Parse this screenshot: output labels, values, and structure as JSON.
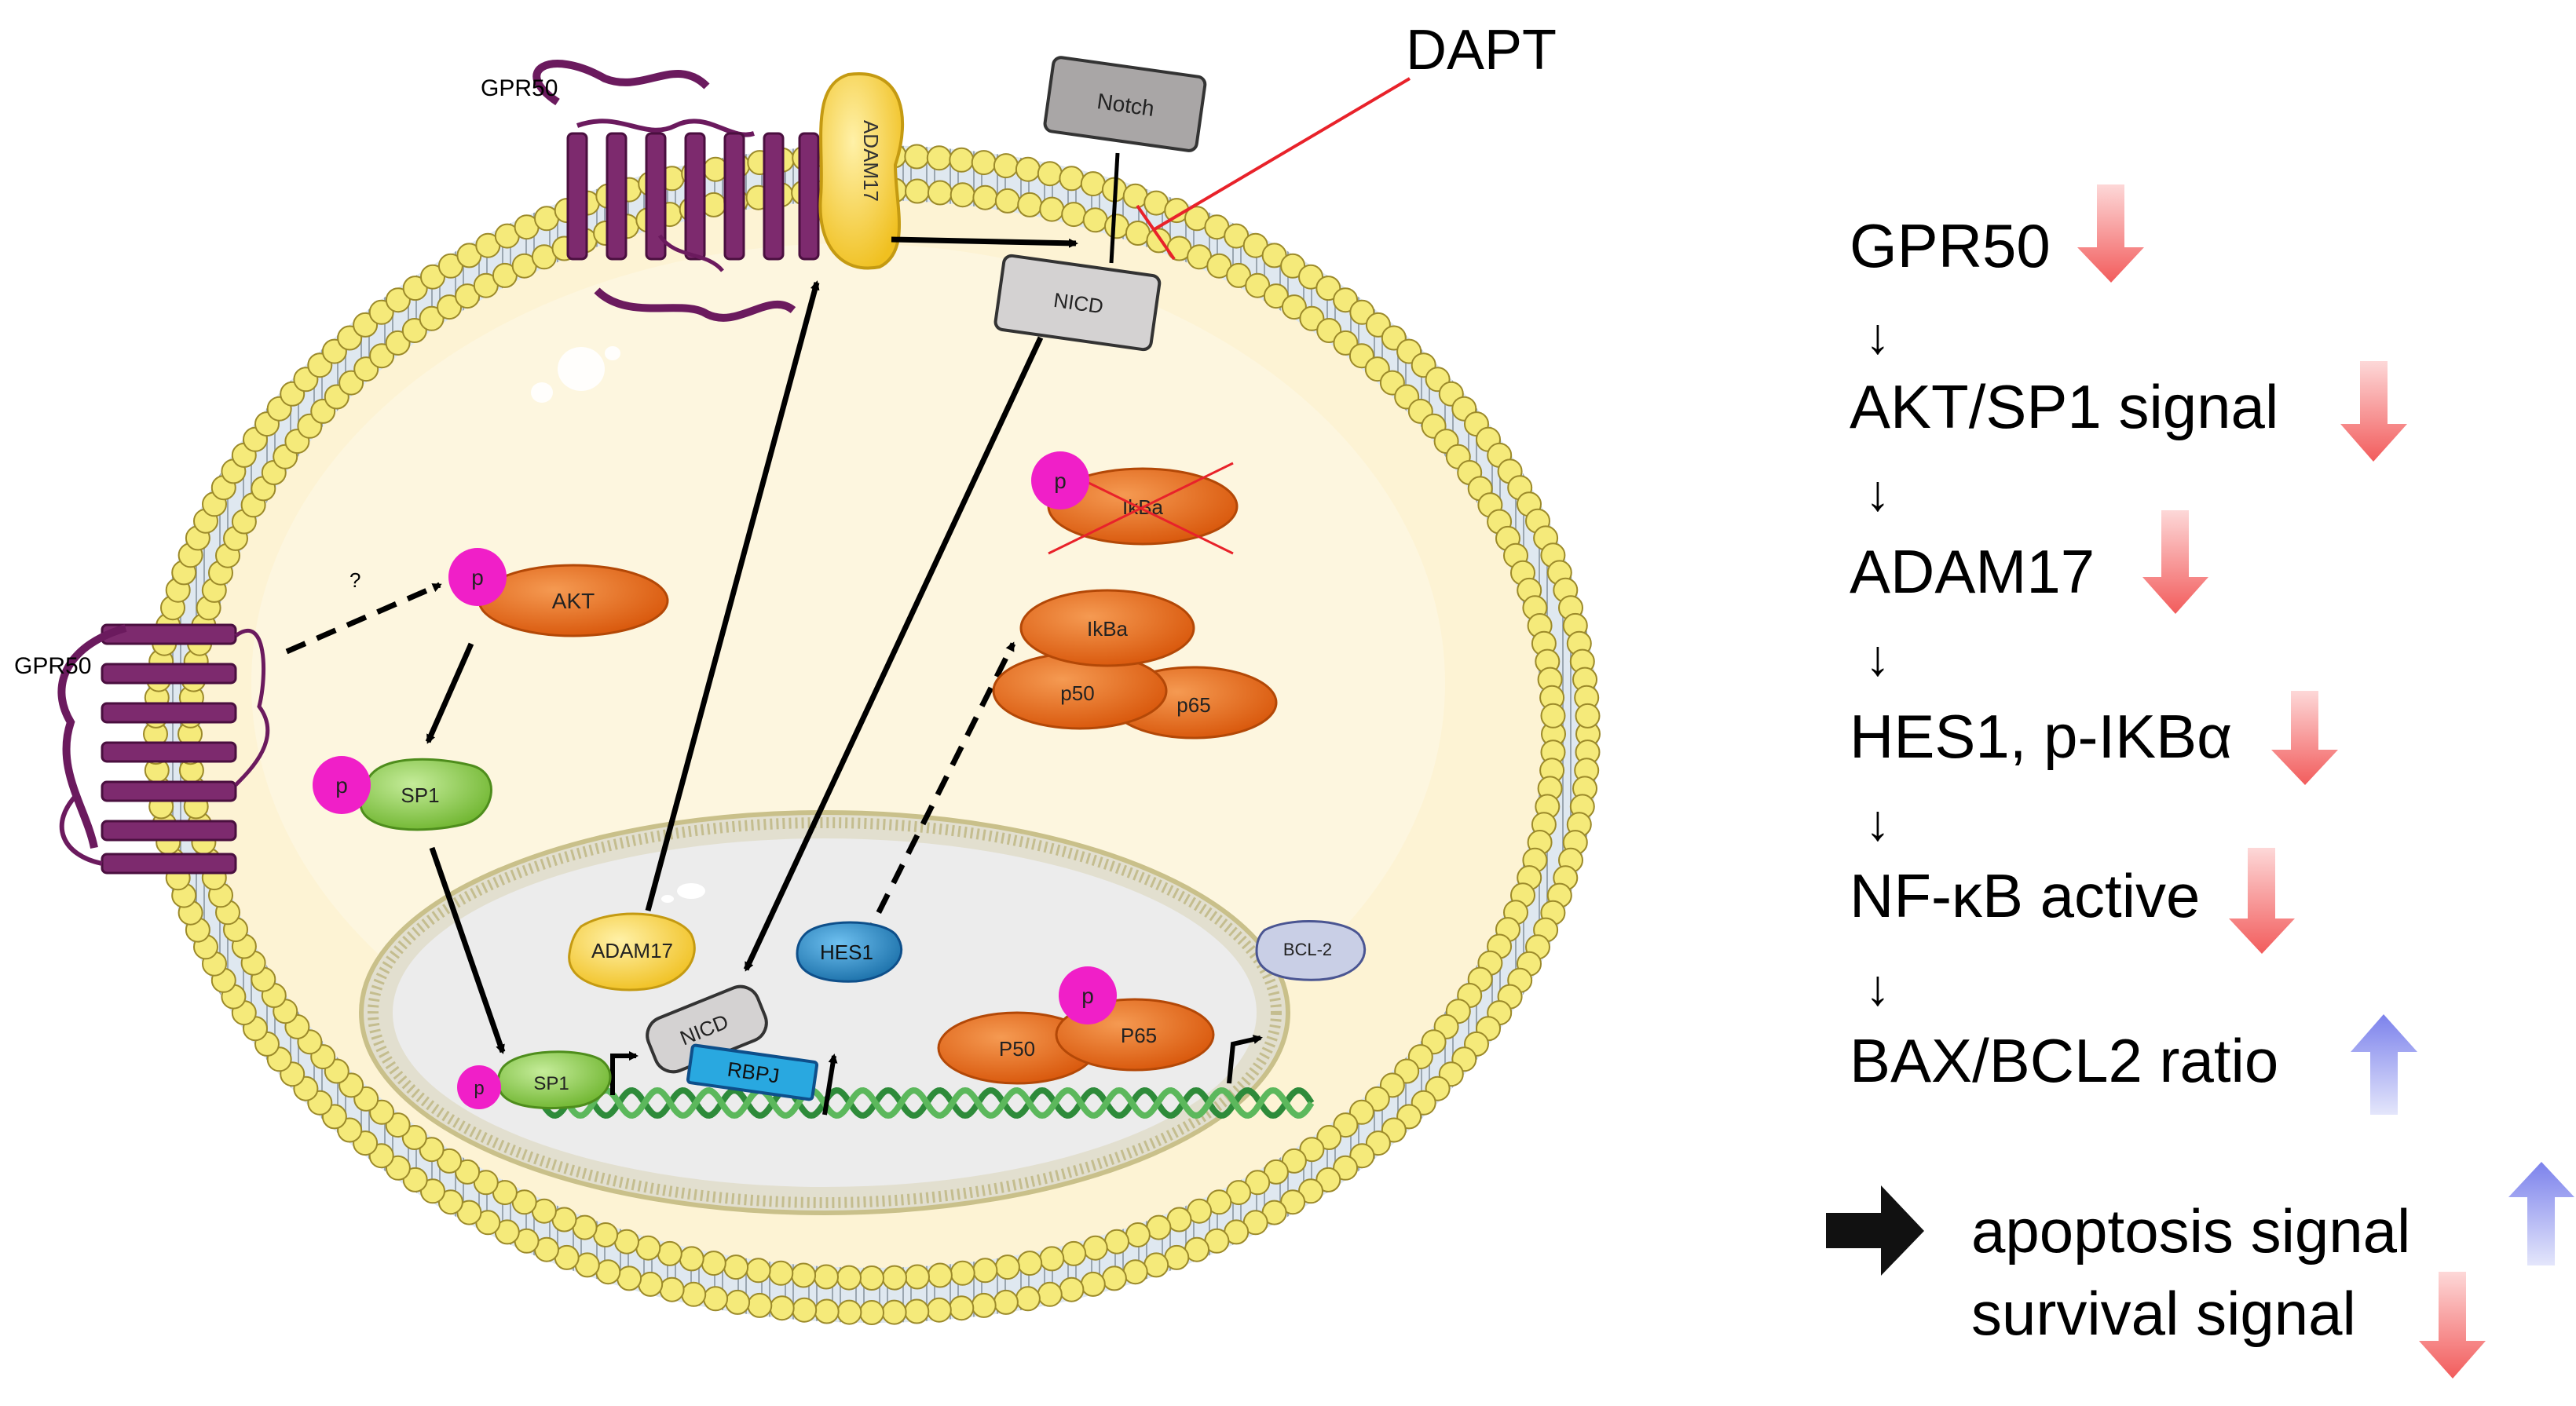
{
  "diagram": {
    "labels": {
      "gpr50_top": "GPR50",
      "gpr50_left": "GPR50",
      "dapt": "DAPT",
      "question": "?",
      "adam17_membrane": "ADAM17",
      "notch": "Notch",
      "nicd_membrane": "NICD",
      "phospho": "p",
      "akt": "AKT",
      "sp1": "SP1",
      "ikba_degraded": "IkBa",
      "ikba": "IkBa",
      "p50_cytoplasm": "p50",
      "p65_cytoplasm": "p65",
      "adam17_nucleus": "ADAM17",
      "nicd_nucleus": "NICD",
      "rbpj": "RBPJ",
      "hes1": "HES1",
      "bcl2": "BCL-2",
      "p50_nucleus": "P50",
      "p65_nucleus": "P65"
    },
    "colors": {
      "receptor": "#6b1a5e",
      "akt": "#e8630f",
      "sp1": "#8fd14f",
      "phospho": "#f01fc8",
      "adam17": "#f7d24a",
      "nicd": "#d4d2d2",
      "hes1": "#2b8fc9",
      "rbpj": "#29a8e0",
      "bcl2": "#c9cfe6",
      "lipid_head": "#f5ea7a",
      "cytoplasm": "#fdf3d4",
      "nucleus": "#ececec",
      "dna": "#2e8b3a",
      "inhibit": "#e8222a",
      "arrow_down": "#f47a7a",
      "arrow_up": "#8a8ff0"
    }
  },
  "summary": {
    "steps": [
      {
        "text": "GPR50",
        "direction": "down"
      },
      {
        "text": "AKT/SP1 signal",
        "direction": "down"
      },
      {
        "text": "ADAM17",
        "direction": "down"
      },
      {
        "text": "HES1, p-IKBα",
        "direction": "down"
      },
      {
        "text": "NF-κB active",
        "direction": "down"
      },
      {
        "text": "BAX/BCL2 ratio",
        "direction": "up"
      }
    ],
    "connector": "↓",
    "outcomes": [
      {
        "text": "apoptosis signal",
        "direction": "up"
      },
      {
        "text": "survival signal",
        "direction": "down"
      }
    ]
  }
}
